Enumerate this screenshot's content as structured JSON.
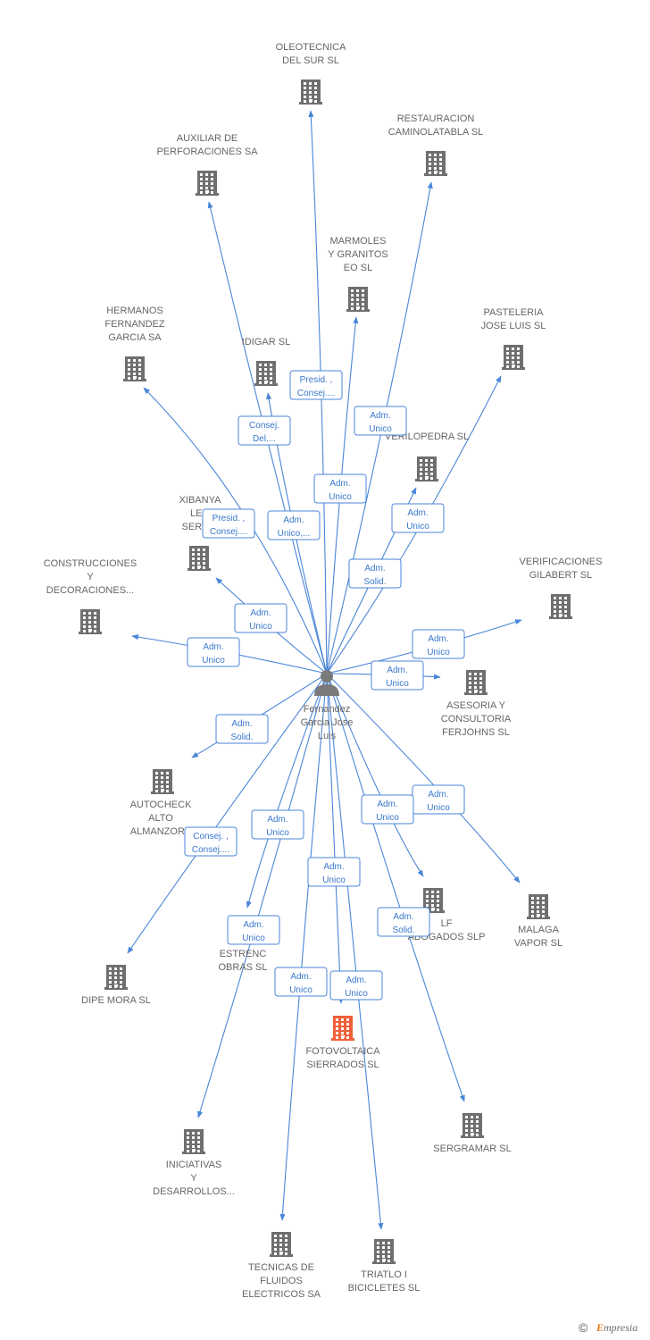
{
  "colors": {
    "edge": "#4a86d8",
    "company_icon": "#6f6f6f",
    "highlight_icon": "#f0603a",
    "person_icon": "#7a7a7a"
  },
  "center": {
    "label_lines": [
      "Fernandez",
      "Garcia Jose",
      "Luis"
    ],
    "icon": "person-icon"
  },
  "companies": [
    {
      "id": "oleotecnica",
      "lines": [
        "OLEOTECNICA",
        "DEL SUR SL"
      ]
    },
    {
      "id": "restauracion",
      "lines": [
        "RESTAURACION",
        "CAMINOLATABLA SL"
      ]
    },
    {
      "id": "auxiliar",
      "lines": [
        "AUXILIAR DE",
        "PERFORACIONES SA"
      ]
    },
    {
      "id": "marmoles",
      "lines": [
        "MARMOLES",
        "Y GRANITOS",
        "EO SL"
      ]
    },
    {
      "id": "hermanos",
      "lines": [
        "HERMANOS",
        "FERNANDEZ",
        "GARCIA SA"
      ]
    },
    {
      "id": "idigar",
      "lines": [
        "IDIGAR SL"
      ]
    },
    {
      "id": "pasteleria",
      "lines": [
        "PASTELERIA",
        "JOSE LUIS SL"
      ]
    },
    {
      "id": "verilopedra",
      "lines": [
        "VERILOPEDRA SL"
      ]
    },
    {
      "id": "xibanya",
      "lines": [
        "XIBANYA",
        "LEG",
        "SERVIC"
      ]
    },
    {
      "id": "construcciones",
      "lines": [
        "CONSTRUCCIONES",
        "Y",
        "DECORACIONES..."
      ]
    },
    {
      "id": "verificaciones",
      "lines": [
        "VERIFICACIONES",
        "GILABERT SL"
      ]
    },
    {
      "id": "asesoria",
      "lines": [
        "ASESORIA Y",
        "CONSULTORIA",
        "FERJOHNS SL"
      ]
    },
    {
      "id": "autocheck",
      "lines": [
        "AUTOCHECK",
        "ALTO",
        "ALMANZORA"
      ]
    },
    {
      "id": "malaga",
      "lines": [
        "MALAGA",
        "VAPOR SL"
      ]
    },
    {
      "id": "lf",
      "lines": [
        "LF",
        "ABOGADOS SLP"
      ]
    },
    {
      "id": "estrenc",
      "lines": [
        "ESTRENC",
        "OBRAS SL"
      ]
    },
    {
      "id": "dipemora",
      "lines": [
        "DIPE MORA SL"
      ]
    },
    {
      "id": "fotovoltaica",
      "lines": [
        "FOTOVOLTAICA",
        "SIERRADOS SL"
      ],
      "highlight": true
    },
    {
      "id": "sergramar",
      "lines": [
        "SERGRAMAR SL"
      ]
    },
    {
      "id": "iniciativas",
      "lines": [
        "INICIATIVAS",
        "Y",
        "DESARROLLOS..."
      ]
    },
    {
      "id": "tecnicas",
      "lines": [
        "TECNICAS DE",
        "FLUIDOS",
        "ELECTRICOS SA"
      ]
    },
    {
      "id": "triatlo",
      "lines": [
        "TRIATLO I",
        "BICICLETES SL"
      ]
    }
  ],
  "edges": [
    {
      "target": "oleotecnica",
      "label": [
        "Presid. ,",
        "Consej...."
      ]
    },
    {
      "target": "restauracion",
      "label": [
        "Adm.",
        "Unico"
      ]
    },
    {
      "target": "auxiliar",
      "label": [
        "Consej.",
        "Del...."
      ]
    },
    {
      "target": "marmoles",
      "label": [
        "Adm.",
        "Unico"
      ]
    },
    {
      "target": "hermanos",
      "label": [
        "Presid. ,",
        "Consej...."
      ]
    },
    {
      "target": "idigar",
      "label": [
        "Adm.",
        "Unico,..."
      ]
    },
    {
      "target": "pasteleria",
      "label": [
        "Adm.",
        "Unico"
      ]
    },
    {
      "target": "verilopedra",
      "label": [
        "Adm.",
        "Solid."
      ]
    },
    {
      "target": "xibanya",
      "label": [
        "Adm.",
        "Unico"
      ]
    },
    {
      "target": "construcciones",
      "label": [
        "Adm.",
        "Unico"
      ]
    },
    {
      "target": "verificaciones",
      "label": [
        "Adm.",
        "Unico"
      ]
    },
    {
      "target": "asesoria",
      "label": [
        "Adm.",
        "Unico"
      ]
    },
    {
      "target": "autocheck",
      "label": [
        "Adm.",
        "Solid."
      ]
    },
    {
      "target": "malaga",
      "label": [
        "Adm.",
        "Unico"
      ]
    },
    {
      "target": "lf",
      "label": [
        "Adm.",
        "Unico"
      ]
    },
    {
      "target": "estrenc",
      "label": [
        "Adm.",
        "Unico"
      ]
    },
    {
      "target": "dipemora",
      "label": [
        "Consej. ,",
        "Consej...."
      ]
    },
    {
      "target": "fotovoltaica",
      "label": [
        "Adm.",
        "Unico"
      ]
    },
    {
      "target": "sergramar",
      "label": [
        "Adm.",
        "Solid."
      ]
    },
    {
      "target": "iniciativas",
      "label": [
        "Adm.",
        "Unico"
      ]
    },
    {
      "target": "tecnicas",
      "label": [
        "Adm.",
        "Unico"
      ]
    },
    {
      "target": "triatlo",
      "label": [
        "Adm.",
        "Unico"
      ]
    }
  ],
  "footer": {
    "copyright_symbol": "©",
    "brand_initial": "E",
    "brand_rest": "mpresia"
  }
}
